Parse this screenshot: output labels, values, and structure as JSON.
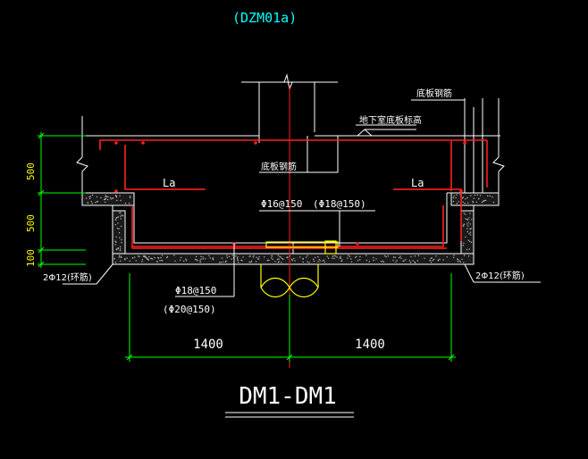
{
  "drawing": {
    "ref_code": "(DZM01a)",
    "section_title": "DM1-DM1",
    "labels": {
      "floor_rebar_top": "底板钢筋",
      "basement_floor_elevation": "地下室底板标高",
      "floor_rebar_mid": "底板钢筋",
      "la_left": "La",
      "la_right": "La",
      "spec_main": "Φ16@150",
      "spec_main_alt": "(Φ18@150)",
      "spec_bottom": "Φ18@150",
      "spec_bottom_alt": "(Φ20@150)",
      "ring_left": "2Φ12(环筋)",
      "ring_right": "2Φ12(环筋)"
    },
    "dims": {
      "h1": "500",
      "h2": "500",
      "h3": "100",
      "w_left": "1400",
      "w_right": "1400"
    },
    "colors": {
      "background": "#000000",
      "outline": "#ffffff",
      "rebar": "#ff2020",
      "dimension": "#00ff00",
      "dim_text": "#ffff00",
      "title_ref": "#00ffff",
      "pipe": "#ffff00",
      "axis": "#ff2020"
    }
  }
}
